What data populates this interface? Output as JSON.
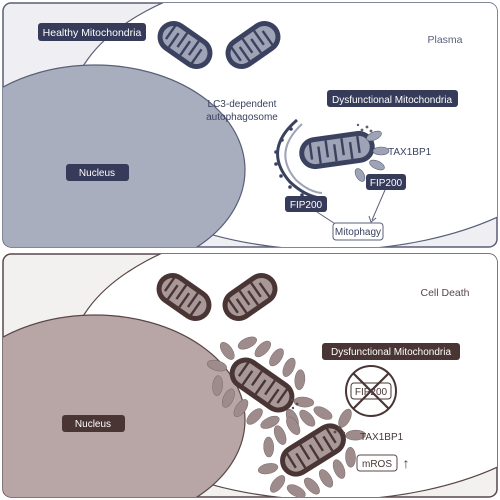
{
  "panels": {
    "top": {
      "context_label": "Plasma",
      "healthy_label": "Healthy Mitochondria",
      "dysfunctional_label": "Dysfunctional Mitochondria",
      "nucleus_label": "Nucleus",
      "autophagosome_label_line1": "LC3-dependent",
      "autophagosome_label_line2": "autophagosome",
      "receptor_label": "TAX1BP1",
      "fip200_left": "FIP200",
      "fip200_right": "FIP200",
      "outcome_label": "Mitophagy"
    },
    "bottom": {
      "context_label": "Cell Death",
      "dysfunctional_label": "Dysfunctional Mitochondria",
      "nucleus_label": "Nucleus",
      "fip200_blocked": "FIP200",
      "receptor_label": "TAX1BP1",
      "ros_label": "mROS",
      "ros_arrow": "↑"
    }
  },
  "colors": {
    "top_panel_bg": "#efeff3",
    "top_nucleus": "#a9aebe",
    "top_mito_outer": "#3b4260",
    "top_mito_inner": "#9ea3b6",
    "top_dark_label_bg": "#353b59",
    "bottom_panel_bg": "#f3f0f0",
    "bottom_nucleus": "#b8a6a6",
    "bottom_mito_outer": "#4a3535",
    "bottom_mito_inner": "#a99898",
    "bottom_dark_label_bg": "#4a3535",
    "bottom_petal": "#9e8c8c"
  }
}
